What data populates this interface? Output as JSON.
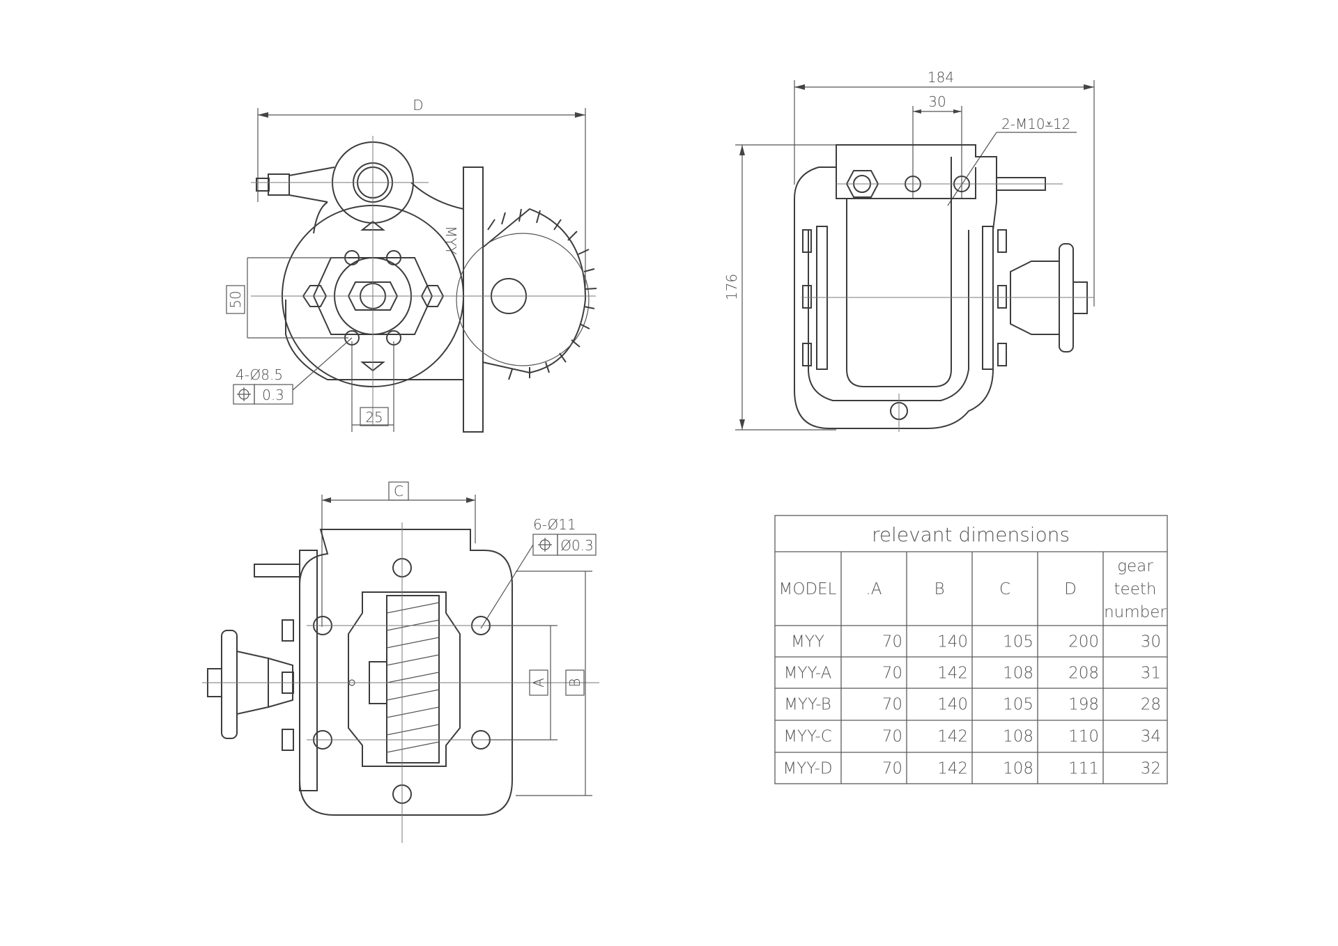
{
  "views": {
    "front": {
      "dim_d": "D",
      "dim_50": "50",
      "dim_25": "25",
      "holes_note": "4-Ø8.5",
      "tolerance": "0.3",
      "brand": "MYY"
    },
    "side": {
      "dim_184": "184",
      "dim_30": "30",
      "thread_note": "2-M10",
      "thread_depth": "12",
      "dim_176": "176"
    },
    "bottom": {
      "dim_c": "C",
      "holes_note": "6-Ø11",
      "tolerance": "Ø0.3",
      "dim_a": "A",
      "dim_b": "B"
    }
  },
  "table": {
    "title": "relevant dimensions",
    "headers": [
      "MODEL",
      ".A",
      "B",
      "C",
      "D",
      "gear teeth number"
    ],
    "header_gear_lines": [
      "gear",
      "teeth",
      "number"
    ],
    "rows": [
      [
        "MYY",
        "70",
        "140",
        "105",
        "200",
        "30"
      ],
      [
        "MYY-A",
        "70",
        "142",
        "108",
        "208",
        "31"
      ],
      [
        "MYY-B",
        "70",
        "140",
        "105",
        "198",
        "28"
      ],
      [
        "MYY-C",
        "70",
        "142",
        "108",
        "110",
        "34"
      ],
      [
        "MYY-D",
        "70",
        "142",
        "108",
        "111",
        "32"
      ]
    ]
  }
}
